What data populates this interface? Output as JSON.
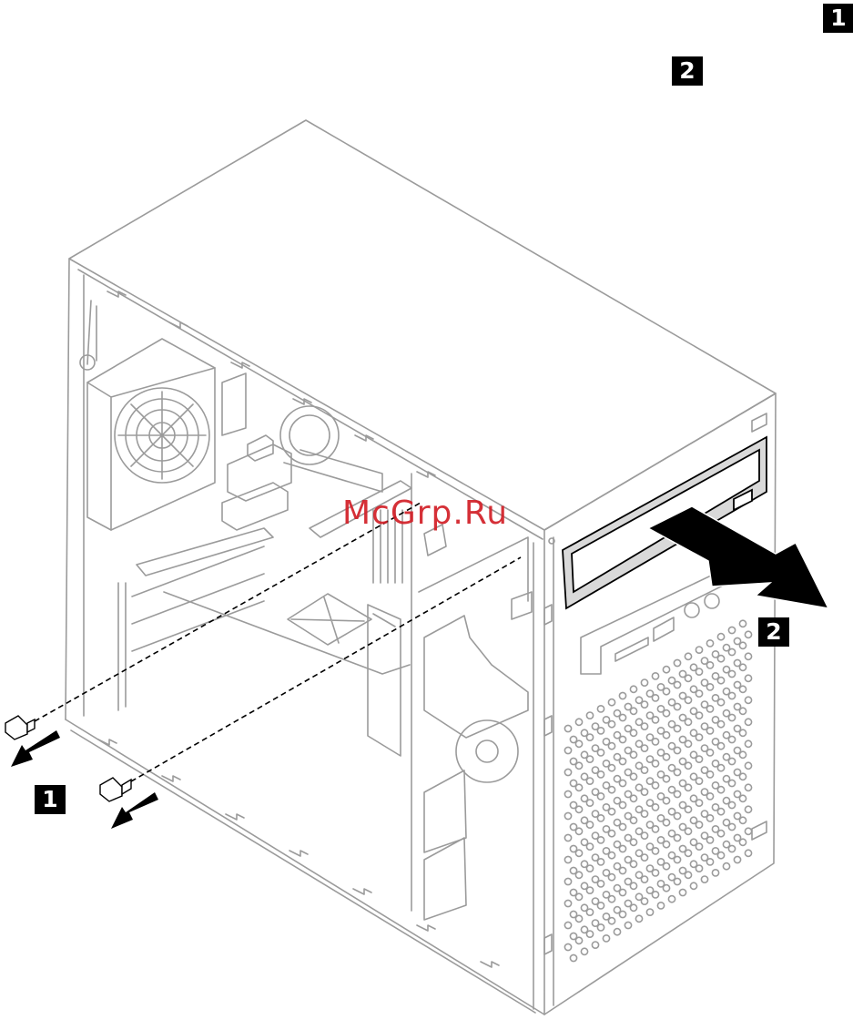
{
  "callouts": {
    "top_step_1": "1",
    "top_step_2": "2",
    "step_remove_screws": "1",
    "step_slide_out_drive": "2"
  },
  "watermark": "McGrp.Ru",
  "colors": {
    "line": "#9b9b9b",
    "dark": "#000000",
    "badge_bg": "#000000",
    "badge_text": "#ffffff",
    "watermark": "#d21f27"
  },
  "icons": [
    "screw-icon",
    "arrow-icon"
  ]
}
